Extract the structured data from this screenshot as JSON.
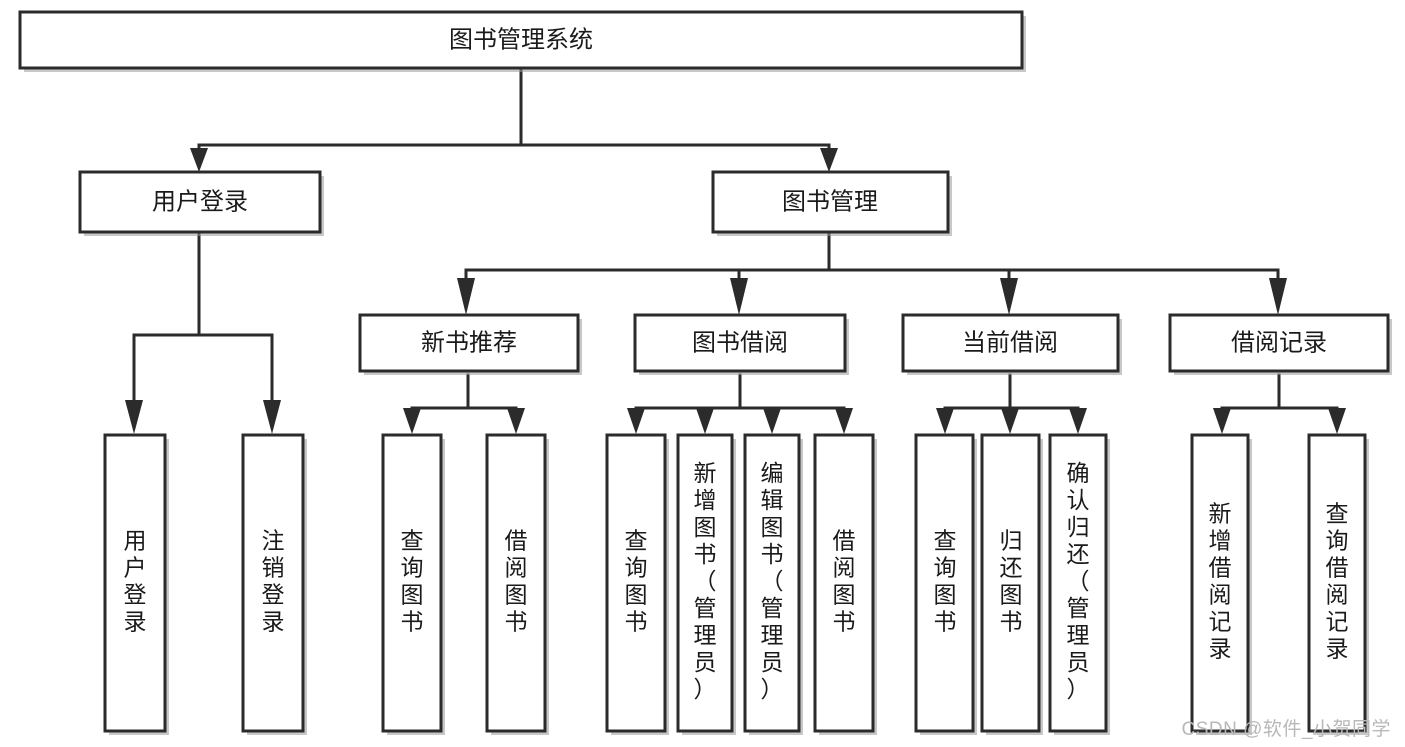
{
  "diagram": {
    "type": "tree-hierarchy-chart",
    "title": "图书管理系统",
    "orientation": "top-down",
    "background_color": "#ffffff",
    "box_fill": "#ffffff",
    "box_stroke": "#2b2b2b",
    "text_color": "#1a1a1a",
    "levels": 4,
    "nodes": {
      "root": {
        "label": "图书管理系统",
        "level": 1,
        "text_orientation": "horizontal"
      },
      "user_login": {
        "label": "用户登录",
        "level": 2,
        "text_orientation": "horizontal"
      },
      "book_manage": {
        "label": "图书管理",
        "level": 2,
        "text_orientation": "horizontal"
      },
      "new_book_rec": {
        "label": "新书推荐",
        "level": 3,
        "text_orientation": "horizontal"
      },
      "book_borrow": {
        "label": "图书借阅",
        "level": 3,
        "text_orientation": "horizontal"
      },
      "current_borrow": {
        "label": "当前借阅",
        "level": 3,
        "text_orientation": "horizontal"
      },
      "borrow_record": {
        "label": "借阅记录",
        "level": 3,
        "text_orientation": "horizontal"
      },
      "leaf_user_login": {
        "label": "用户登录",
        "level": 4,
        "text_orientation": "vertical"
      },
      "leaf_logout": {
        "label": "注销登录",
        "level": 4,
        "text_orientation": "vertical"
      },
      "leaf_query_book_1": {
        "label": "查询图书",
        "level": 4,
        "text_orientation": "vertical"
      },
      "leaf_borrow_book_1": {
        "label": "借阅图书",
        "level": 4,
        "text_orientation": "vertical"
      },
      "leaf_query_book_2": {
        "label": "查询图书",
        "level": 4,
        "text_orientation": "vertical"
      },
      "leaf_add_book": {
        "label": "新增图书（管理员）",
        "level": 4,
        "text_orientation": "vertical"
      },
      "leaf_edit_book": {
        "label": "编辑图书（管理员）",
        "level": 4,
        "text_orientation": "vertical"
      },
      "leaf_borrow_book_2": {
        "label": "借阅图书",
        "level": 4,
        "text_orientation": "vertical"
      },
      "leaf_query_book_3": {
        "label": "查询图书",
        "level": 4,
        "text_orientation": "vertical"
      },
      "leaf_return_book": {
        "label": "归还图书",
        "level": 4,
        "text_orientation": "vertical"
      },
      "leaf_confirm_return": {
        "label": "确认归还（管理员）",
        "level": 4,
        "text_orientation": "vertical"
      },
      "leaf_add_record": {
        "label": "新增借阅记录",
        "level": 4,
        "text_orientation": "vertical"
      },
      "leaf_query_record": {
        "label": "查询借阅记录",
        "level": 4,
        "text_orientation": "vertical"
      }
    },
    "edges": [
      {
        "from": "root",
        "to": "user_login"
      },
      {
        "from": "root",
        "to": "book_manage"
      },
      {
        "from": "user_login",
        "to": "leaf_user_login"
      },
      {
        "from": "user_login",
        "to": "leaf_logout"
      },
      {
        "from": "book_manage",
        "to": "new_book_rec"
      },
      {
        "from": "book_manage",
        "to": "book_borrow"
      },
      {
        "from": "book_manage",
        "to": "current_borrow"
      },
      {
        "from": "book_manage",
        "to": "borrow_record"
      },
      {
        "from": "new_book_rec",
        "to": "leaf_query_book_1"
      },
      {
        "from": "new_book_rec",
        "to": "leaf_borrow_book_1"
      },
      {
        "from": "book_borrow",
        "to": "leaf_query_book_2"
      },
      {
        "from": "book_borrow",
        "to": "leaf_add_book"
      },
      {
        "from": "book_borrow",
        "to": "leaf_edit_book"
      },
      {
        "from": "book_borrow",
        "to": "leaf_borrow_book_2"
      },
      {
        "from": "current_borrow",
        "to": "leaf_query_book_3"
      },
      {
        "from": "current_borrow",
        "to": "leaf_return_book"
      },
      {
        "from": "current_borrow",
        "to": "leaf_confirm_return"
      },
      {
        "from": "borrow_record",
        "to": "leaf_add_record"
      },
      {
        "from": "borrow_record",
        "to": "leaf_query_record"
      }
    ]
  },
  "watermark": {
    "text": "CSDN @软件_小贺同学"
  }
}
